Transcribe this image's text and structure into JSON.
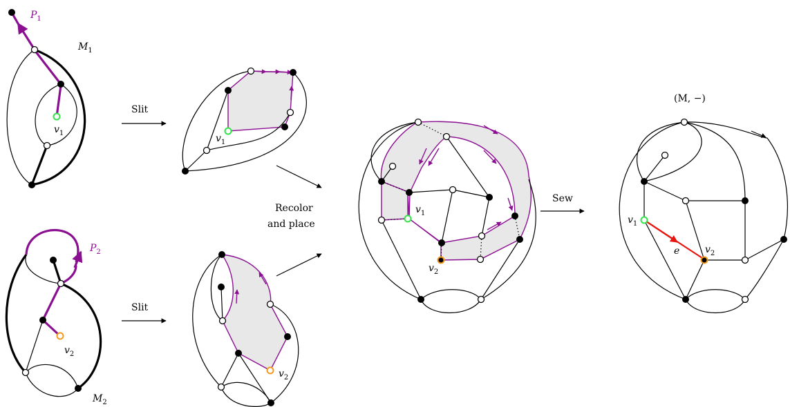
{
  "labels": {
    "p1": "P",
    "p1_sub": "1",
    "m1": "M",
    "m1_sub": "1",
    "v1": "v",
    "v1_sub": "1",
    "p2": "P",
    "p2_sub": "2",
    "m2": "M",
    "m2_sub": "2",
    "v2": "v",
    "v2_sub": "2",
    "slit_top": "Slit",
    "slit_bottom": "Slit",
    "recolor_line1": "Recolor",
    "recolor_line2": "and place",
    "sew": "Sew",
    "result": "(M, −)",
    "e": "e"
  },
  "colors": {
    "path": "#8b0f91",
    "v1_ring": "#34e34a",
    "v2_ring": "#f39a1e",
    "new_edge": "#e8140e",
    "shade": "#e8e8e8"
  }
}
